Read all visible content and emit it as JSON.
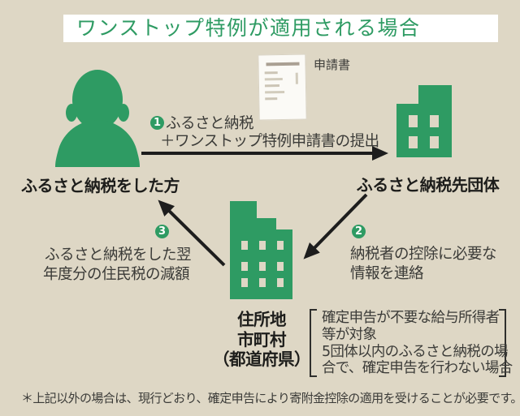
{
  "title": "ワンストップ特例が適用される場合",
  "colors": {
    "background": "#ded7c5",
    "panel": "#ffffff",
    "accent": "#2e9b63",
    "text_strong": "#1d1d1b",
    "text_body": "#3b3b38",
    "arrow": "#1d1d1d"
  },
  "actors": {
    "donor": {
      "label": "ふるさと納税をした方",
      "icon": "person-icon"
    },
    "recipient": {
      "label": "ふるさと納税先団体",
      "icon": "building-icon"
    },
    "municipality": {
      "line1": "住所地",
      "line2": "市町村",
      "line3": "（都道府県）",
      "icon": "building-icon"
    }
  },
  "document": {
    "label": "申請書"
  },
  "steps": [
    {
      "number": "1",
      "line1": "ふるさと納税",
      "line2": "＋ワンストップ特例申請書の提出"
    },
    {
      "number": "2",
      "line1": "納税者の控除に必要な",
      "line2": "情報を連絡"
    },
    {
      "number": "3",
      "line1": "ふるさと納税をした翌",
      "line2": "年度分の住民税の減額"
    }
  ],
  "bracket_note": {
    "line1": "確定申告が不要な給与所得者",
    "line2": "等が対象",
    "line3": "5団体以内のふるさと納税の場",
    "line4": "合で、確定申告を行わない場合"
  },
  "footnote": "＊上記以外の場合は、現行どおり、確定申告により寄附金控除の適用を受けることが必要です。"
}
